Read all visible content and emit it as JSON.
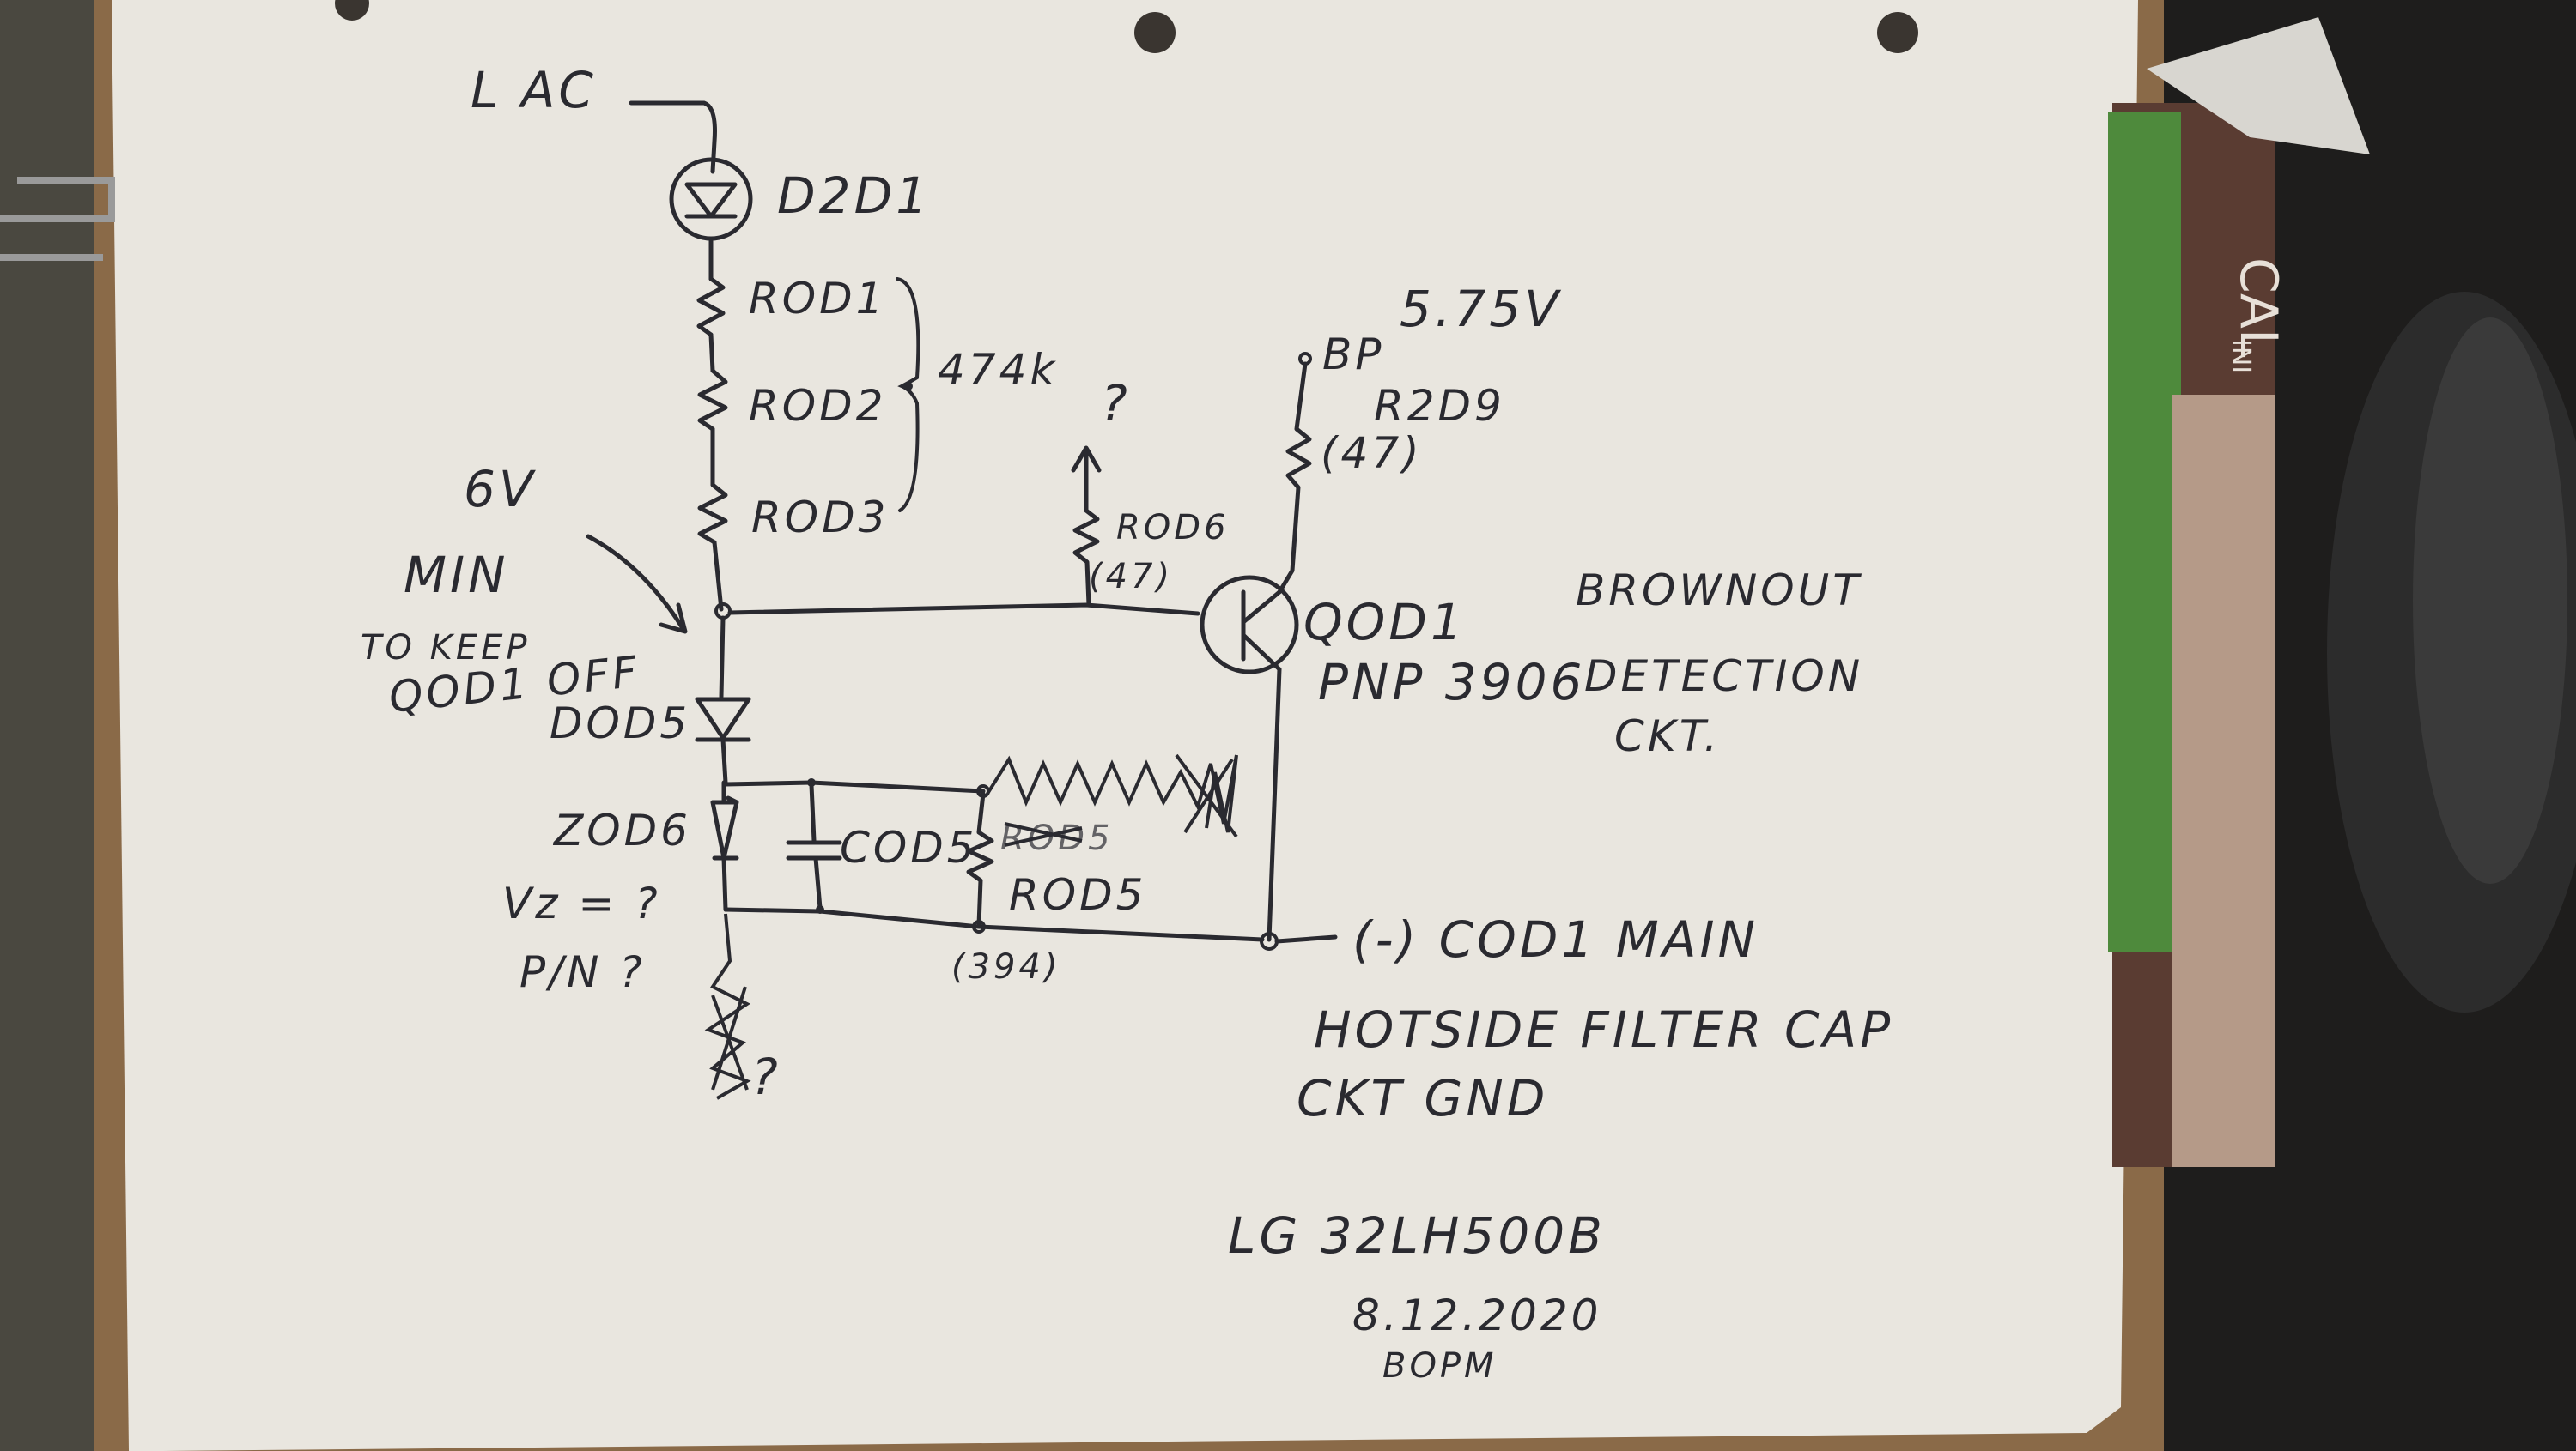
{
  "notes": {
    "ac_input": "L AC",
    "d2d1": "D2D1",
    "rod1": "ROD1",
    "rod2": "ROD2",
    "rod3": "ROD3",
    "resistor_total": "474k",
    "question_top": "?",
    "rod6": "ROD6",
    "rod6_value": "(47)",
    "bp_label": "BP",
    "bp_voltage": "5.75V",
    "r2d9": "R2D9",
    "r2d9_value": "(47)",
    "six_volt": "6V",
    "min": "MIN",
    "to_keep": "TO KEEP",
    "qod1_off": "QOD1 OFF",
    "qod1": "QOD1",
    "pnp": "PNP 3906",
    "brownout_1": "BROWNOUT",
    "brownout_2": "DETECTION",
    "brownout_3": "CKT.",
    "dod5": "DOD5",
    "zod6": "ZOD6",
    "vz": "Vz = ?",
    "pn": "P/N ?",
    "cod5": "COD5",
    "rod5_struck": "ROD5",
    "rod5": "ROD5",
    "rod5_value": "(394)",
    "question_bottom": "?",
    "cod1_label": "(-) COD1 MAIN",
    "hotside_1": "HOTSIDE FILTER CAP",
    "hotside_2": "CKT GND",
    "model": "LG 32LH500B",
    "date": "8.12.2020",
    "initials": "BOPM"
  },
  "background_box": {
    "brand_fragment": "CAL",
    "fragment_2": "INI"
  }
}
